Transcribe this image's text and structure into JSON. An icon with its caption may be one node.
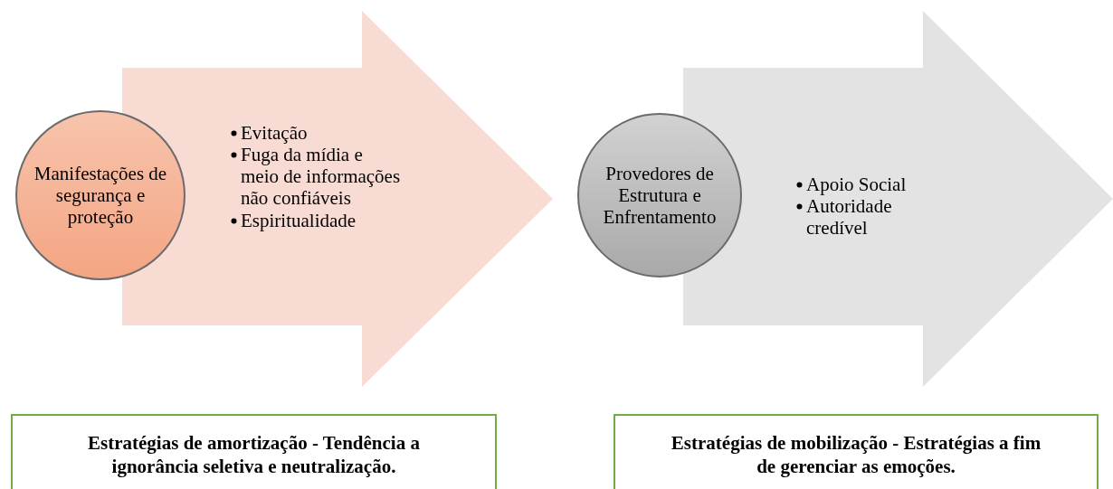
{
  "diagram": {
    "nodes": [
      {
        "text": [
          "Manifestações de segurança e proteção"
        ]
      },
      {
        "text": [
          "Evitação",
          "Fuga da mídia e meio de informações não confiáveis",
          "Espiritualidade"
        ]
      },
      {
        "text": [
          "Provedores de Estrutura e Enfrentamento"
        ]
      },
      {
        "text": [
          "Apoio Social",
          "Autoridade credível"
        ]
      },
      {
        "text": [
          "Estratégias de amortização - Tendência a ignorância seletiva e neutralização."
        ]
      },
      {
        "text": [
          "Estratégias de mobilização - Estratégias a fim de gerenciar as emoções."
        ]
      }
    ]
  }
}
